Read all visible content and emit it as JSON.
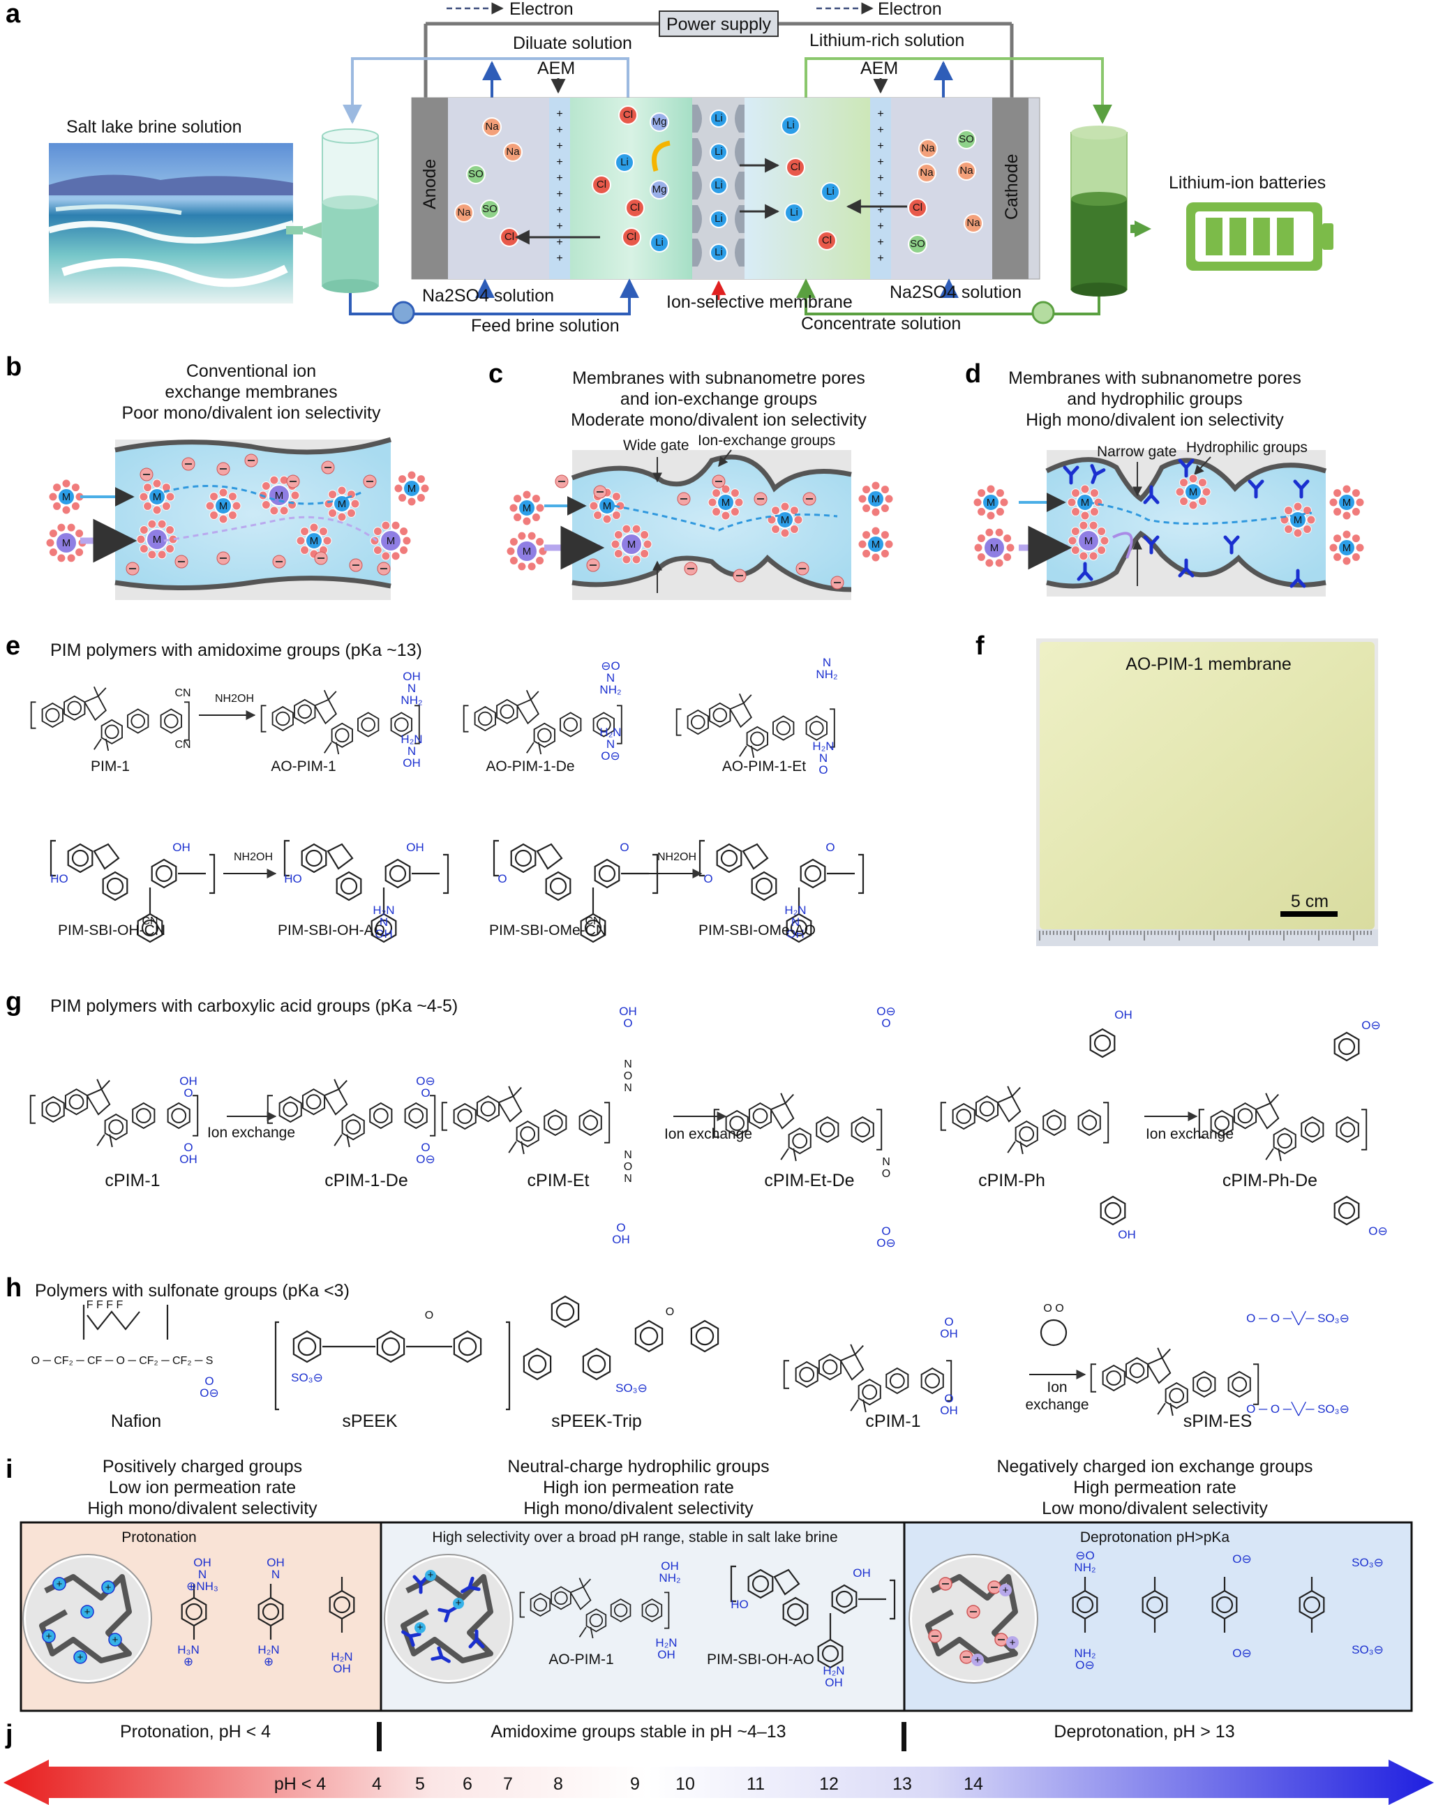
{
  "panel_a": {
    "label": "a",
    "power_supply": "Power supply",
    "electron_left": "Electron",
    "electron_right": "Electron",
    "diluate": "Diluate solution",
    "lithium_rich": "Lithium-rich solution",
    "aem_left": "AEM",
    "aem_right": "AEM",
    "salt_lake": "Salt lake brine solution",
    "anode": "Anode",
    "cathode": "Cathode",
    "lithium_batteries": "Lithium-ion batteries",
    "na2so4_left": "Na2SO4 solution",
    "na2so4_right": "Na2SO4 solution",
    "feed_brine": "Feed brine solution",
    "ion_selective": "Ion-selective membrane",
    "concentrate": "Concentrate solution",
    "ions": {
      "na": "Na+",
      "so4": "SO42-",
      "cl": "Cl-",
      "li": "Li+",
      "mg": "Mg2+"
    }
  },
  "panel_b": {
    "label": "b",
    "title": [
      "Conventional ion",
      "exchange membranes",
      "Poor mono/divalent ion selectivity"
    ]
  },
  "panel_c": {
    "label": "c",
    "title": [
      "Membranes with subnanometre pores",
      "and ion-exchange groups",
      "Moderate mono/divalent ion selectivity"
    ],
    "wide_gate": "Wide gate",
    "ion_exchange_groups": "Ion-exchange groups"
  },
  "panel_d": {
    "label": "d",
    "title": [
      "Membranes with subnanometre pores",
      "and hydrophilic groups",
      "High mono/divalent ion selectivity"
    ],
    "narrow_gate": "Narrow gate",
    "hydrophilic_groups": "Hydrophilic groups"
  },
  "panel_e": {
    "label": "e",
    "title": "PIM polymers with amidoxime groups (pKa ~13)",
    "reagent": "NH2OH",
    "compounds_row1": [
      "PIM-1",
      "AO-PIM-1",
      "AO-PIM-1-De",
      "AO-PIM-1-Et"
    ],
    "compounds_row2": [
      "PIM-SBI-OH-CN",
      "PIM-SBI-OH-AO",
      "PIM-SBI-OMe-CN",
      "PIM-SBI-OMe-AO"
    ]
  },
  "panel_f": {
    "label": "f",
    "title": "AO-PIM-1 membrane",
    "scale": "5 cm"
  },
  "panel_g": {
    "label": "g",
    "title": "PIM polymers with carboxylic acid groups (pKa ~4-5)",
    "arrow_label": "Ion exchange",
    "compounds": [
      "cPIM-1",
      "cPIM-1-De",
      "cPIM-Et",
      "cPIM-Et-De",
      "cPIM-Ph",
      "cPIM-Ph-De"
    ]
  },
  "panel_h": {
    "label": "h",
    "title": "Polymers with sulfonate groups (pKa <3)",
    "compounds": [
      "Nafion",
      "sPEEK",
      "sPEEK-Trip",
      "cPIM-1",
      "sPIM-ES"
    ],
    "arrow_label": [
      "Ion",
      "exchange"
    ]
  },
  "panel_i": {
    "label": "i",
    "col1_title": [
      "Positively charged groups",
      "Low ion permeation rate",
      "High mono/divalent selectivity"
    ],
    "col2_title": [
      "Neutral-charge hydrophilic groups",
      "High ion permeation rate",
      "High mono/divalent selectivity"
    ],
    "col3_title": [
      "Negatively charged ion exchange groups",
      "High permeation rate",
      "Low mono/divalent selectivity"
    ],
    "box1_header": "Protonation",
    "box2_header": "High selectivity over a broad pH range, stable in salt lake brine",
    "box3_header": "Deprotonation pH>pKa",
    "box2_compounds": [
      "AO-PIM-1",
      "PIM-SBI-OH-AO"
    ]
  },
  "panel_j": {
    "label": "j",
    "left": "Protonation, pH < 4",
    "middle": "Amidoxime groups stable in pH ~4–13",
    "right": "Deprotonation, pH > 13",
    "ticks": [
      "pH < 4",
      "4",
      "5",
      "6",
      "7",
      "8",
      "9",
      "10",
      "11",
      "12",
      "13",
      "14"
    ]
  },
  "colors": {
    "cl": "#e8594a",
    "li": "#2c9ee8",
    "na": "#f3a07a",
    "so4": "#8fd28a",
    "mg": "#9ab0ea",
    "acid_blue": "#1a2fcf",
    "red": "#d4192c"
  }
}
